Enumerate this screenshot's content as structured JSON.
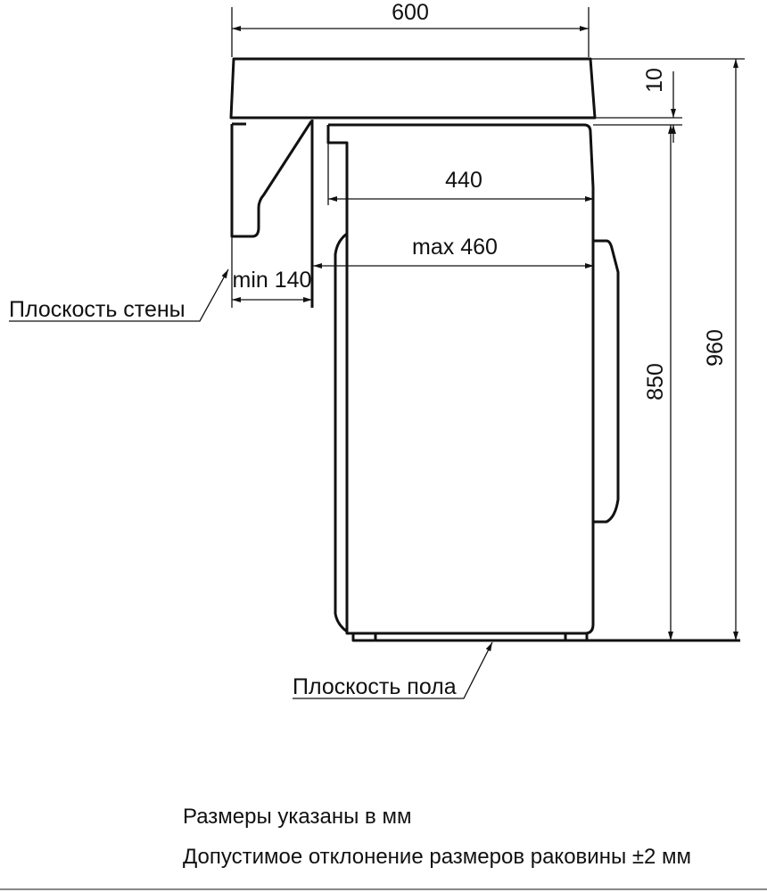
{
  "dimensions": {
    "width_total": "600",
    "sink_thickness": "10",
    "cabinet_depth": "440",
    "max_depth": "max 460",
    "min_gap": "min 140",
    "machine_height": "850",
    "total_height": "960"
  },
  "labels": {
    "wall_plane": "Плоскость стены",
    "floor_plane": "Плоскость пола"
  },
  "notes": {
    "units": "Размеры указаны в мм",
    "tolerance": "Допустимое отклонение размеров раковины ±2 мм"
  }
}
